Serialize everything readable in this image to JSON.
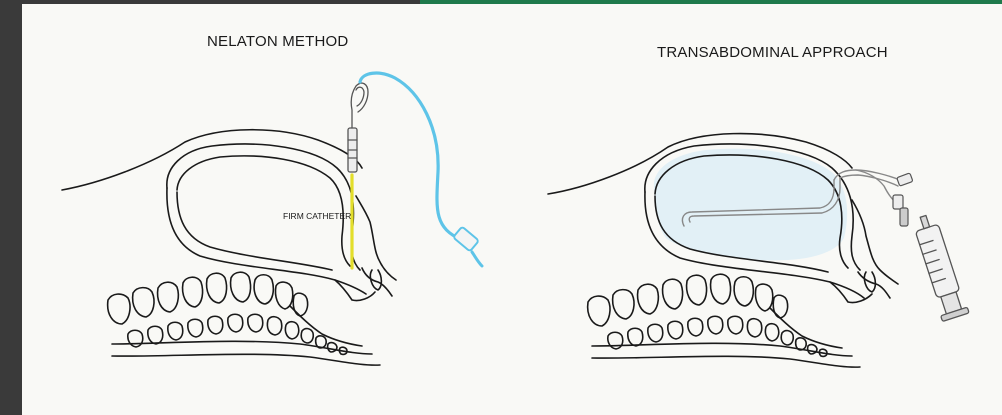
{
  "panels": {
    "left": {
      "title": "NELATON METHOD",
      "annotation": "FIRM CATHETER"
    },
    "right": {
      "title": "TRANSABDOMINAL APPROACH"
    }
  },
  "colors": {
    "background": "#f9f9f6",
    "frame": "#3a3a3a",
    "outline": "#1a1a1a",
    "iv_tube": "#5ec4e8",
    "firm_catheter": "#e3de2a",
    "fluid_fill": "#e2f0f6",
    "device_gray": "#777777"
  }
}
